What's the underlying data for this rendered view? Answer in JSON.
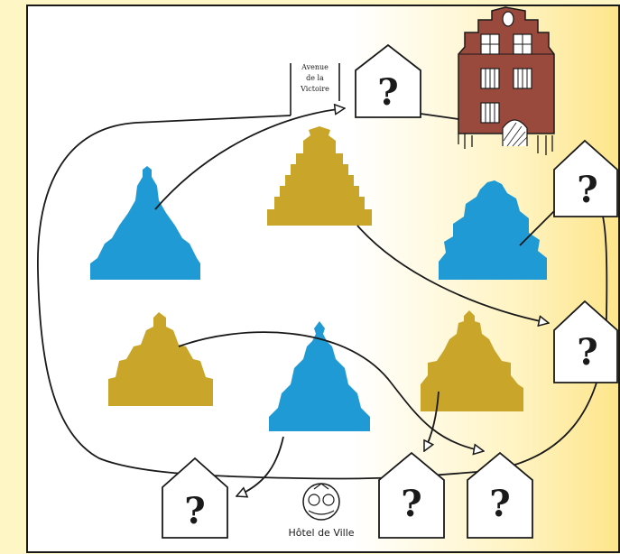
{
  "street_sign": {
    "line1": "Avenue",
    "line2": "de la",
    "line3": "Victoire"
  },
  "city_hall": {
    "label": "Hôtel de Ville"
  },
  "house_mark": "?",
  "colors": {
    "blue_gable": "#1f9ad5",
    "gold_gable": "#c9a52a",
    "outline": "#1a1a1a",
    "frame_bg": "#ffffff",
    "brick": "#9a4a3c"
  },
  "gables": [
    {
      "id": "blue-1",
      "color": "blue",
      "style": "bell"
    },
    {
      "id": "gold-1",
      "color": "gold",
      "style": "stepped"
    },
    {
      "id": "blue-2",
      "color": "blue",
      "style": "rounded"
    },
    {
      "id": "gold-2",
      "color": "gold",
      "style": "scroll"
    },
    {
      "id": "blue-3",
      "color": "blue",
      "style": "spire"
    },
    {
      "id": "gold-3",
      "color": "gold",
      "style": "neck"
    }
  ],
  "houses": [
    {
      "id": "house-top"
    },
    {
      "id": "house-right-upper"
    },
    {
      "id": "house-right-lower"
    },
    {
      "id": "house-bottom-left"
    },
    {
      "id": "house-bottom-mid"
    },
    {
      "id": "house-bottom-right"
    }
  ]
}
